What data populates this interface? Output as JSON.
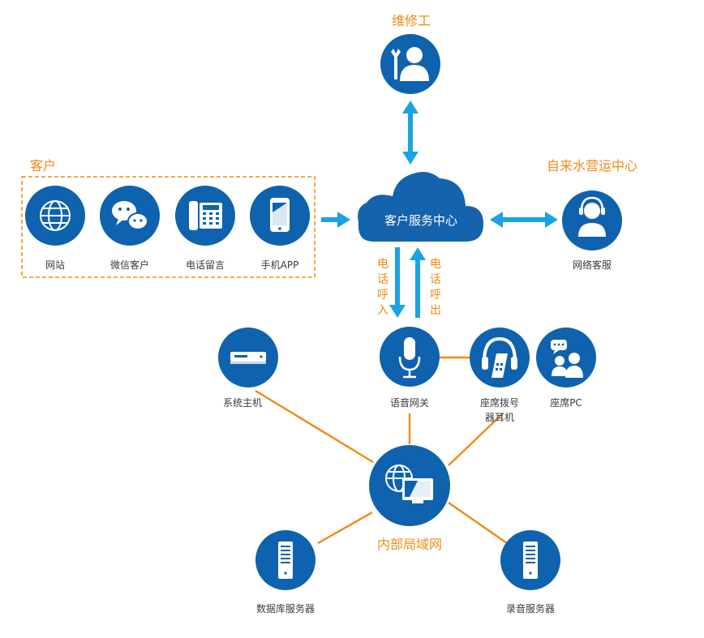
{
  "colors": {
    "node_blue": "#0f62ad",
    "arrow_blue": "#1aa3e4",
    "orange": "#ef8a17",
    "label_gray": "#3a3a3a"
  },
  "labels": {
    "repairman": "维修工",
    "customer_group": "客户",
    "water_center": "自来水营运中心",
    "cloud_center": "客户服务中心",
    "call_in": [
      "电",
      "话",
      "呼",
      "入"
    ],
    "call_out": [
      "电",
      "话",
      "呼",
      "出"
    ],
    "lan": "内部局域网"
  },
  "customer_channels": [
    {
      "label": "网站",
      "icon": "globe-icon"
    },
    {
      "label": "微信客户",
      "icon": "wechat-icon"
    },
    {
      "label": "电话留言",
      "icon": "desk-phone-icon"
    },
    {
      "label": "手机APP",
      "icon": "mobile-phone-icon"
    }
  ],
  "nodes": {
    "network_service": {
      "label": "网络客服",
      "icon": "headset-agent-icon"
    },
    "voice_gateway": {
      "label": "语音网关",
      "icon": "microphone-icon"
    },
    "seat_headset": {
      "label_lines": [
        "座席拨号",
        "器耳机"
      ],
      "icon": "headphones-icon"
    },
    "seat_pc": {
      "label": "座席PC",
      "icon": "chat-users-icon"
    },
    "system_host": {
      "label": "系统主机",
      "icon": "server-host-icon"
    },
    "db_server": {
      "label": "数据库服务器",
      "icon": "tower-server-icon"
    },
    "rec_server": {
      "label": "录音服务器",
      "icon": "tower-server-icon"
    },
    "lan_hub": {
      "icon": "monitor-globe-icon"
    },
    "repairman": {
      "icon": "wrench-worker-icon"
    }
  }
}
